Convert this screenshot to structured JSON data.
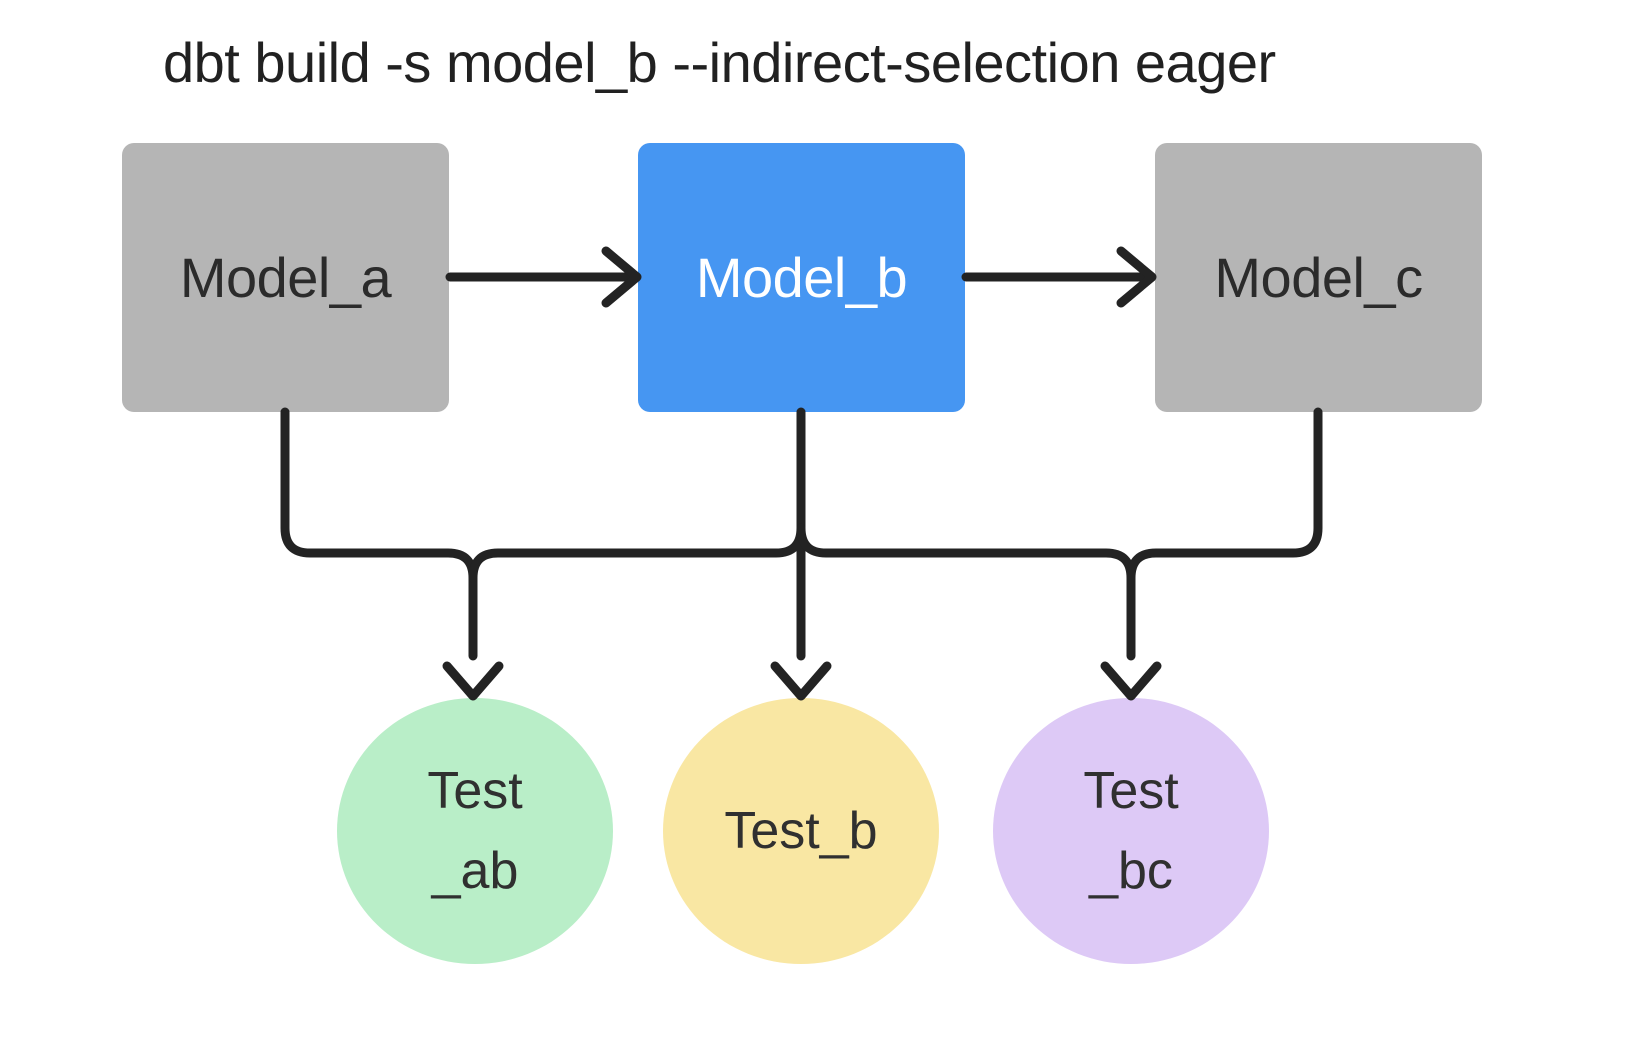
{
  "title": "dbt build -s model_b --indirect-selection eager",
  "background_color": "#ffffff",
  "diagram": {
    "stroke_color": "#232323",
    "models": [
      {
        "id": "model_a",
        "label": "Model_a",
        "fill": "#b5b5b5",
        "text_color": "#2b2b2b",
        "selected": false
      },
      {
        "id": "model_b",
        "label": "Model_b",
        "fill": "#4696f2",
        "text_color": "#ffffff",
        "selected": true
      },
      {
        "id": "model_c",
        "label": "Model_c",
        "fill": "#b5b5b5",
        "text_color": "#2b2b2b",
        "selected": false
      }
    ],
    "tests": [
      {
        "id": "test_ab",
        "line1": "Test",
        "line2": "_ab",
        "fill": "#b9eec8"
      },
      {
        "id": "test_b",
        "line1": "Test_b",
        "line2": "",
        "fill": "#f9e7a3"
      },
      {
        "id": "test_bc",
        "line1": "Test",
        "line2": "_bc",
        "fill": "#ddc9f6"
      }
    ],
    "edges": [
      {
        "from": "model_a",
        "to": "model_b"
      },
      {
        "from": "model_b",
        "to": "model_c"
      },
      {
        "from": "model_a",
        "to": "test_ab"
      },
      {
        "from": "model_b",
        "to": "test_ab"
      },
      {
        "from": "model_b",
        "to": "test_b"
      },
      {
        "from": "model_b",
        "to": "test_bc"
      },
      {
        "from": "model_c",
        "to": "test_bc"
      }
    ]
  }
}
